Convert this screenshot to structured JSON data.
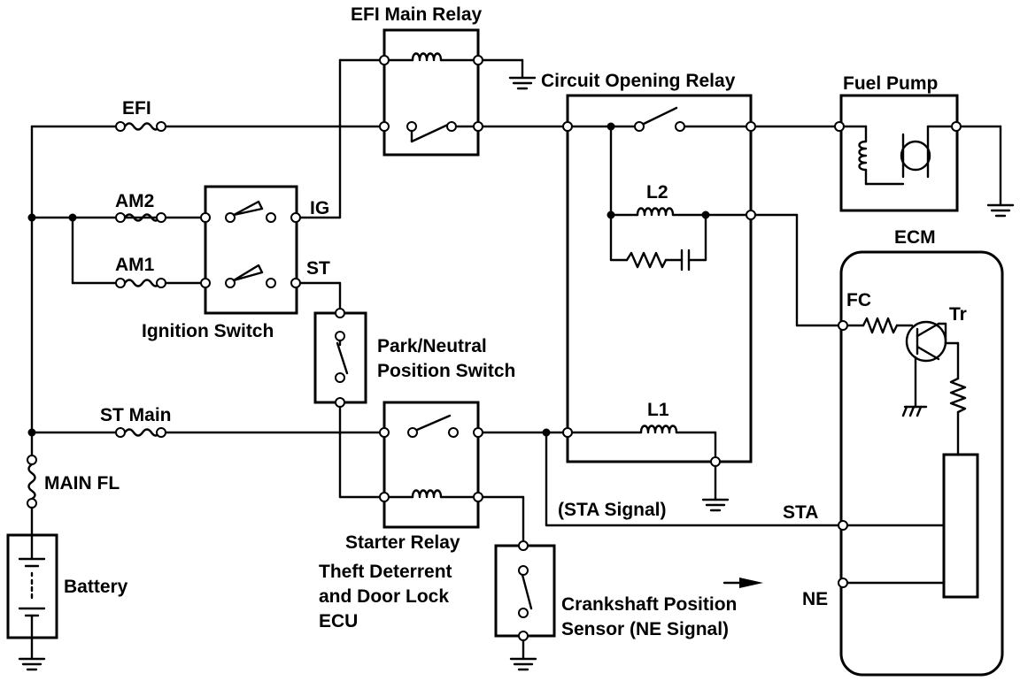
{
  "labels": {
    "efi_main_relay": "EFI Main Relay",
    "circuit_opening_relay": "Circuit Opening Relay",
    "fuel_pump": "Fuel Pump",
    "efi": "EFI",
    "am2": "AM2",
    "am1": "AM1",
    "ig": "IG",
    "st": "ST",
    "ignition_switch": "Ignition Switch",
    "park_neutral_1": "Park/Neutral",
    "park_neutral_2": "Position Switch",
    "st_main": "ST Main",
    "main_fl": "MAIN FL",
    "battery": "Battery",
    "l2": "L2",
    "l1": "L1",
    "ecm": "ECM",
    "fc": "FC",
    "tr": "Tr",
    "sta_signal": "(STA Signal)",
    "sta": "STA",
    "ne": "NE",
    "starter_relay": "Starter Relay",
    "theft_1": "Theft Deterrent",
    "theft_2": "and Door Lock",
    "theft_3": "ECU",
    "crank_1": "Crankshaft Position",
    "crank_2": "Sensor (NE Signal)"
  }
}
